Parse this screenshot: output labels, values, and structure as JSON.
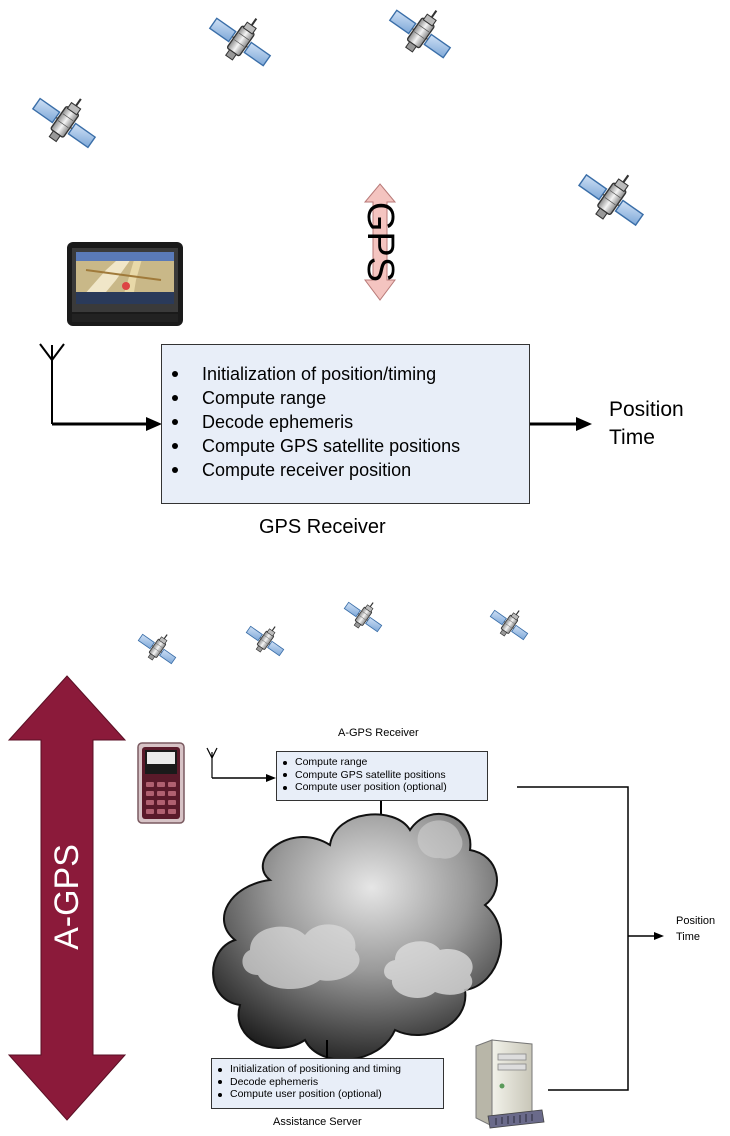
{
  "gps_section": {
    "vertical_label": "GPS",
    "receiver_box": {
      "items": [
        "Initialization of position/timing",
        "Compute range",
        "Decode ephemeris",
        "Compute GPS satellite positions",
        "Compute receiver position"
      ]
    },
    "receiver_caption": "GPS Receiver",
    "output": {
      "line1": "Position",
      "line2": "Time"
    }
  },
  "agps_section": {
    "vertical_label": "A-GPS",
    "receiver_title": "A-GPS Receiver",
    "receiver_box": {
      "items": [
        "Compute range",
        "Compute GPS satellite positions",
        "Compute user position (optional)"
      ]
    },
    "server_box": {
      "items": [
        "Initialization of positioning and timing",
        "Decode ephemeris",
        "Compute user position (optional)"
      ]
    },
    "server_caption": "Assistance Server",
    "output": {
      "line1": "Position",
      "line2": "Time"
    }
  },
  "colors": {
    "box_fill": "#e8eef8",
    "gps_arrow": "#f4c4c0",
    "agps_arrow": "#8b1a3a",
    "cloud_dark": "#2a2a2a",
    "cloud_light": "#e6e6e6"
  },
  "icons": [
    "satellite-icon",
    "gps-navigator-icon",
    "antenna-icon",
    "mobile-phone-icon",
    "server-icon",
    "cloud-icon"
  ]
}
